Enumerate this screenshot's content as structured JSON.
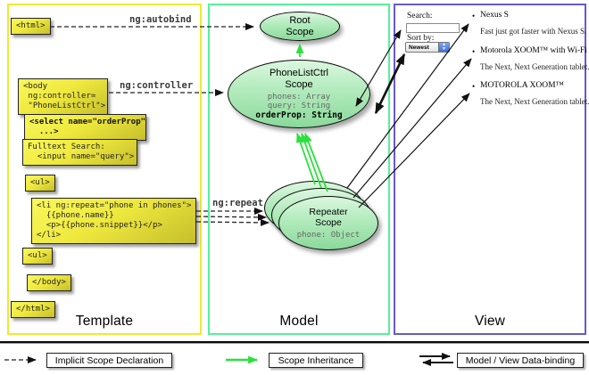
{
  "template": {
    "label": "Template",
    "connector_autobind": "ng:autobind",
    "connector_controller": "ng:controller",
    "connector_repeat": "ng:repeat",
    "boxes": {
      "html_open": "<html>",
      "body_open": "<body\n ng:controller=\n \"PhoneListCtrl\">",
      "select": "<select name=\"orderProp\"\n  ...>",
      "fulltext": "Fulltext Search:\n  <input name=\"query\">",
      "ul_open": "<ul>",
      "li_repeat": "<li ng:repeat=\"phone in phones\">\n  {{phone.name}}\n  <p>{{phone.snippet}}</p>\n</li>",
      "ul_close": "<ul>",
      "body_close": "</body>",
      "html_close": "</html>"
    }
  },
  "model": {
    "label": "Model",
    "root_scope": {
      "title": "Root\nScope"
    },
    "phonelist_scope": {
      "title": "PhoneListCtrl\nScope",
      "props": [
        "phones: Array",
        "query: String"
      ],
      "bold_prop": "orderProp: String"
    },
    "repeater_scope": {
      "title": "Repeater\nScope",
      "prop": "phone: Object"
    }
  },
  "view": {
    "label": "View",
    "search_label": "Search:",
    "search_value": "",
    "sort_label": "Sort by:",
    "sort_value": "Newest",
    "items": [
      {
        "name": "Nexus S",
        "desc": "Fast just got faster with Nexus S."
      },
      {
        "name": "Motorola XOOM™  with Wi-Fi",
        "desc": "The Next, Next Generation tablet."
      },
      {
        "name": "MOTOROLA XOOM™",
        "desc": "The Next, Next Generation tablet."
      }
    ]
  },
  "legend": {
    "implicit": "Implicit Scope Declaration",
    "inheritance": "Scope Inheritance",
    "databinding": "Model / View Data-binding"
  },
  "colors": {
    "template_border": "#f0e930",
    "model_border": "#57f09b",
    "view_border": "#6659cf",
    "box_yellow": "#efe93e",
    "scope_green": "#9fe2ad",
    "inheritance_arrow": "#2be03c",
    "dropdown_stepper_blue": "#3d6fe0"
  }
}
